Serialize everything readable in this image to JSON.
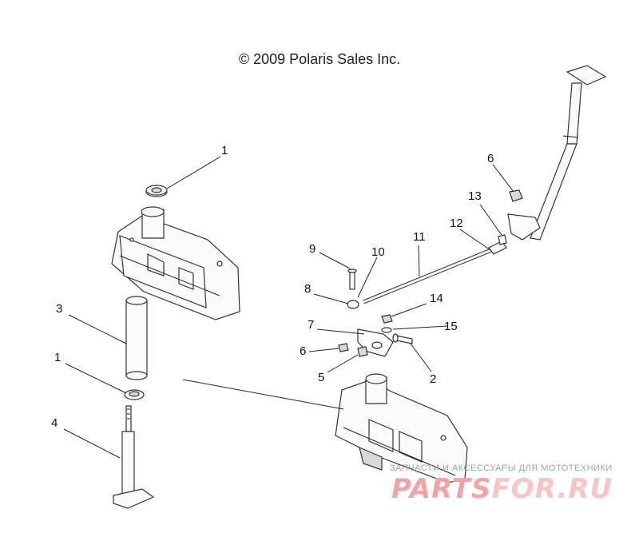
{
  "copyright": "© 2009 Polaris Sales Inc.",
  "callouts": [
    "1",
    "3",
    "1",
    "4",
    "9",
    "10",
    "11",
    "12",
    "13",
    "6",
    "8",
    "14",
    "7",
    "15",
    "6",
    "5",
    "2"
  ],
  "watermark": {
    "caption": "ЗАПЧАСТИ И АКСЕССУАРЫ ДЛЯ МОТОТЕХНИКИ",
    "brand_left": "PARTS",
    "brand_right": "FOR.RU",
    "color_primary": "#f2a3a8",
    "color_secondary": "#f7c4c7"
  }
}
